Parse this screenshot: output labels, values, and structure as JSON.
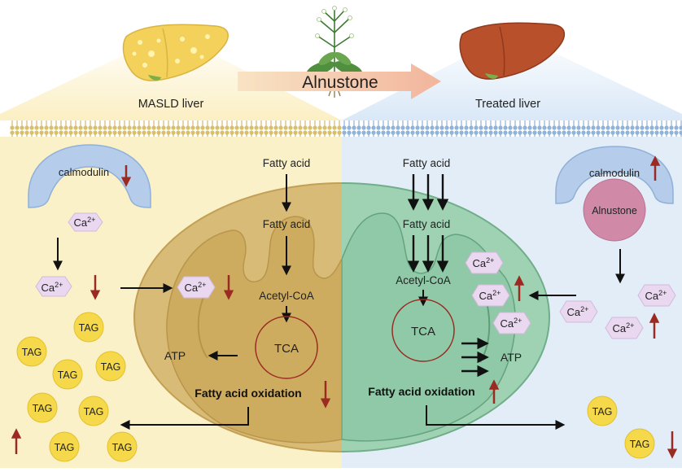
{
  "header": {
    "left_label": "MASLD liver",
    "right_label": "Treated liver",
    "center_label": "Alnustone"
  },
  "left_panel": {
    "calmodulin": "calmodulin",
    "ca_bound": "Ca",
    "ca_free": "Ca",
    "ca_mito": "Ca",
    "tag_label": "TAG"
  },
  "right_panel": {
    "calmodulin": "calmodulin",
    "alnustone_bound": "Alnustone",
    "ca_label": "Ca",
    "tag_label": "TAG"
  },
  "mitochondria": {
    "fatty_acid": "Fatty acid",
    "acetyl_coa": "Acetyl-CoA",
    "tca": "TCA",
    "atp": "ATP",
    "fao": "Fatty acid oxidation"
  },
  "charge": "2+",
  "colors": {
    "left_bg": "#fbf1c8",
    "right_bg": "#e3edf8",
    "mito_left": "#d8bb76",
    "mito_right": "#8ec9a6",
    "arrow_red": "#9a2a22",
    "ca_hex": "#e9d8ef",
    "tag_circle": "#f6d94a",
    "calmodulin": "#b5cdea"
  }
}
